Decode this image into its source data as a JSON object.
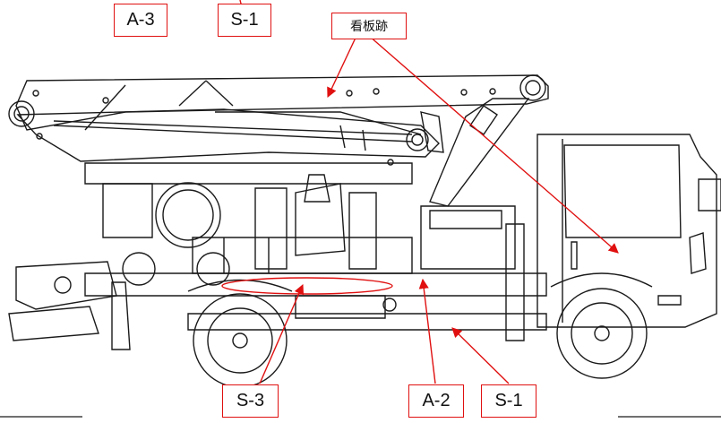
{
  "labels": {
    "a3_top": "A-3",
    "s1_top": "S-1",
    "signboard": "看板跡",
    "s3_bottom": "S-3",
    "a2_bottom": "A-2",
    "s1_bottom": "S-1"
  },
  "colors": {
    "callout_red": "#e01010",
    "line_art": "#1a1a1a"
  }
}
